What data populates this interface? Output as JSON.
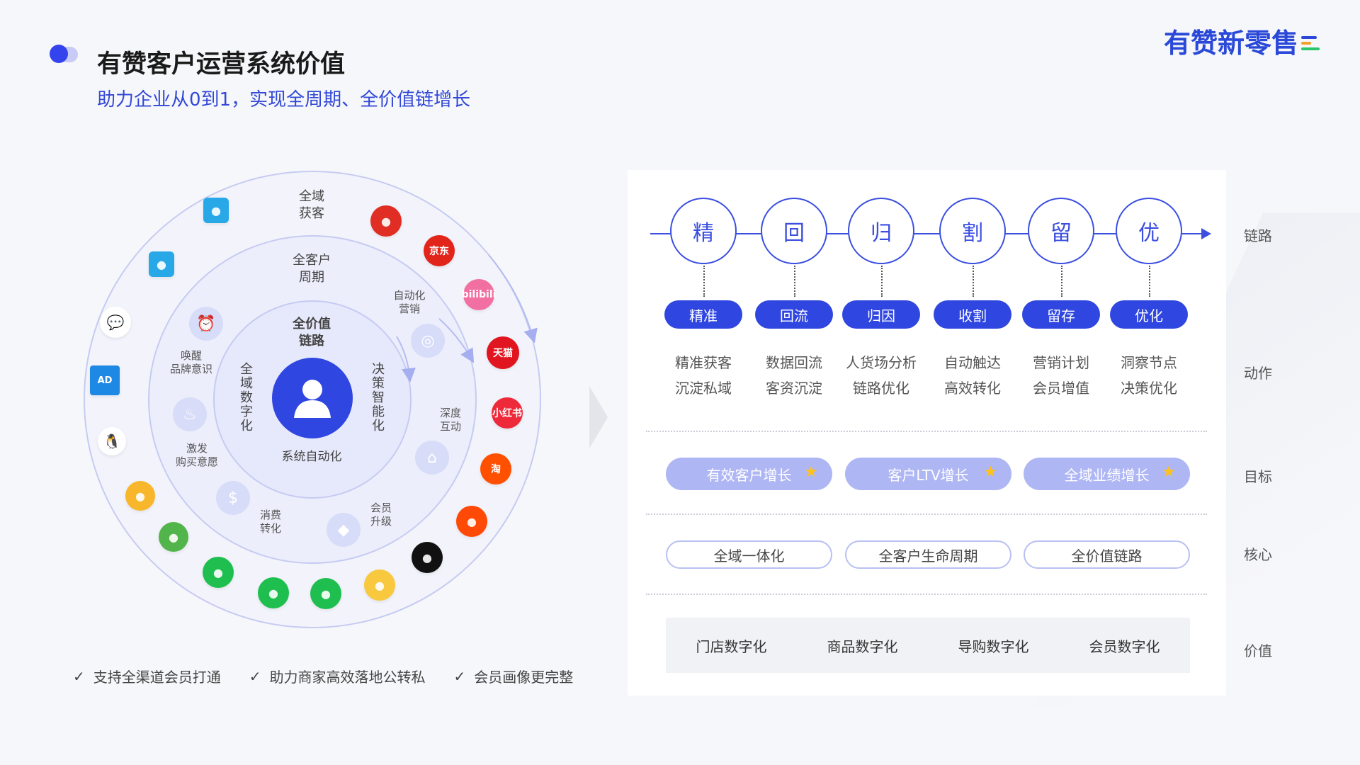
{
  "header": {
    "title": "有赞客户运营系统价值",
    "subtitle": "助力企业从0到1，实现全周期、全价值链增长",
    "brand": "有赞新零售",
    "brand_bar_colors": [
      "#2a49d8",
      "#f2a12a",
      "#2cc66a"
    ]
  },
  "circle": {
    "outer_label": "全域\n获客",
    "middle_label": "全客户\n周期",
    "inner_label": "全价值\n链路",
    "bottom_label": "系统自动化",
    "left_vertical": "全域数字化",
    "right_vertical": "决策智能化",
    "ring_items": [
      {
        "label": "自动化\n营销",
        "icon": "target-icon"
      },
      {
        "label": "深度\n互动",
        "icon": "broadcast-home-icon"
      },
      {
        "label": "会员\n升级",
        "icon": "diamond-icon"
      },
      {
        "label": "消费\n转化",
        "icon": "coin-icon"
      },
      {
        "label": "激发\n购买意愿",
        "icon": "flame-icon"
      },
      {
        "label": "唤醒\n品牌意识",
        "icon": "alarm-clock-icon"
      }
    ],
    "apps": [
      {
        "name": "pinduoduo-icon",
        "text": "",
        "color": "#e02e24"
      },
      {
        "name": "jd-icon",
        "text": "京东",
        "color": "#e1251b"
      },
      {
        "name": "bilibili-icon",
        "text": "bilibili",
        "color": "#f26fa1"
      },
      {
        "name": "tmall-icon",
        "text": "天猫",
        "color": "#e0151f"
      },
      {
        "name": "xiaohongshu-icon",
        "text": "小红书",
        "color": "#ee2a3a"
      },
      {
        "name": "taobao-icon",
        "text": "淘",
        "color": "#ff5000"
      },
      {
        "name": "kuaishou-icon",
        "text": "",
        "color": "#ff4906"
      },
      {
        "name": "tiktok-icon",
        "text": "",
        "color": "#111111"
      },
      {
        "name": "weibo-icon",
        "text": "",
        "color": "#f8c93e"
      },
      {
        "name": "wechat-icon",
        "text": "",
        "color": "#1fbf4f"
      },
      {
        "name": "miniprogram-icon",
        "text": "",
        "color": "#1fbf4f"
      },
      {
        "name": "wecom-contact-icon",
        "text": "",
        "color": "#1fbf4f"
      },
      {
        "name": "moments-icon",
        "text": "",
        "color": "#52b54b"
      },
      {
        "name": "butterfly-icon",
        "text": "",
        "color": "#f8b62b"
      },
      {
        "name": "qq-icon",
        "text": "",
        "color": "#ffffff"
      },
      {
        "name": "ad-icon",
        "text": "AD",
        "color": "#1e88e5"
      },
      {
        "name": "chat-bubble-icon",
        "text": "",
        "color": "#ffffff"
      },
      {
        "name": "shopping-bag-icon",
        "text": "",
        "color": "#29a8e8"
      },
      {
        "name": "basket-user-icon",
        "text": "",
        "color": "#29a8e8"
      }
    ]
  },
  "checks": [
    "支持全渠道会员打通",
    "助力商家高效落地公转私",
    "会员画像更完整"
  ],
  "chain": {
    "row_labels": {
      "chain": "链路",
      "action": "动作",
      "goal": "目标",
      "core": "核心",
      "value": "价值"
    },
    "nodes": [
      {
        "char": "精",
        "pill": "精准",
        "actions": [
          "精准获客",
          "沉淀私域"
        ]
      },
      {
        "char": "回",
        "pill": "回流",
        "actions": [
          "数据回流",
          "客资沉淀"
        ]
      },
      {
        "char": "归",
        "pill": "归因",
        "actions": [
          "人货场分析",
          "链路优化"
        ]
      },
      {
        "char": "割",
        "pill": "收割",
        "actions": [
          "自动触达",
          "高效转化"
        ]
      },
      {
        "char": "留",
        "pill": "留存",
        "actions": [
          "营销计划",
          "会员增值"
        ]
      },
      {
        "char": "优",
        "pill": "优化",
        "actions": [
          "洞察节点",
          "决策优化"
        ]
      }
    ],
    "goals": [
      "有效客户增长",
      "客户LTV增长",
      "全域业绩增长"
    ],
    "cores": [
      "全域一体化",
      "全客户生命周期",
      "全价值链路"
    ],
    "values": [
      "门店数字化",
      "商品数字化",
      "导购数字化",
      "会员数字化"
    ]
  }
}
